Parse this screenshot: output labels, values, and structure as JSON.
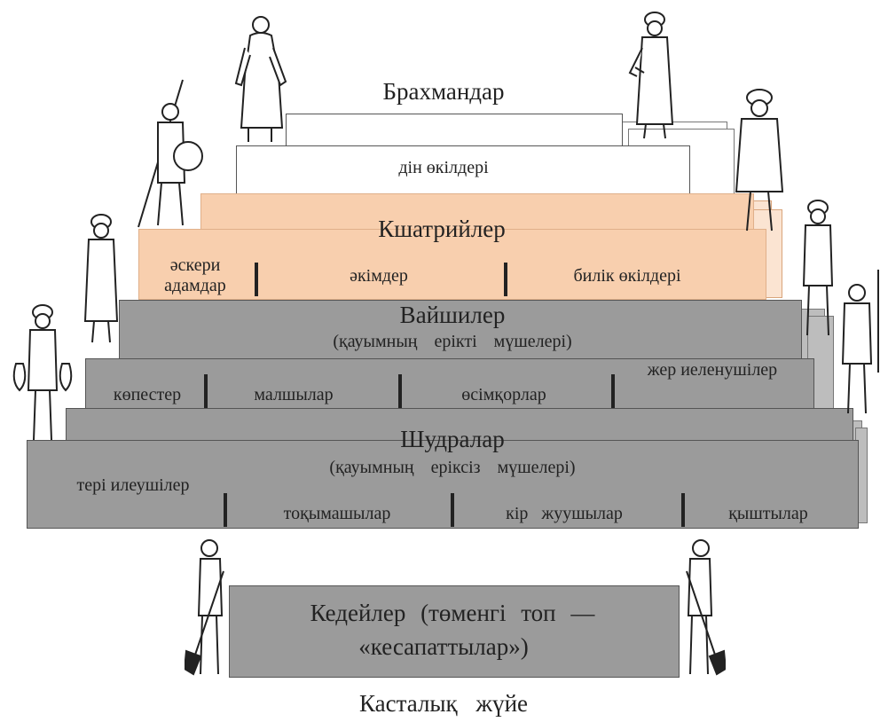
{
  "diagram": {
    "tiers": [
      {
        "name": "Брахмандар",
        "subtitle": "дін өкілдері",
        "color": "#ffffff"
      },
      {
        "name": "Кшатрийлер",
        "color": "#f8cfae",
        "groups": [
          "әскери адамдар",
          "әкімдер",
          "билік өкілдері"
        ]
      },
      {
        "name": "Вайшилер",
        "subtitle": "(қауымның ерікті мүшелері)",
        "color": "#9b9b9b",
        "groups": [
          "көпестер",
          "малшылар",
          "өсімқорлар",
          "жер иеленушілер"
        ]
      },
      {
        "name": "Шудралар",
        "subtitle": "(қауымның еріксіз мүшелері)",
        "color": "#9b9b9b",
        "groups": [
          "тері илеушілер",
          "тоқымашылар",
          "кір жуушылар",
          "қыштылар"
        ]
      }
    ],
    "outcasts": {
      "line1": "Кедейлер (төменгі топ —",
      "line2": "«кесапаттылар»)",
      "color": "#9b9b9b"
    },
    "caption": "Касталық жүйе"
  }
}
